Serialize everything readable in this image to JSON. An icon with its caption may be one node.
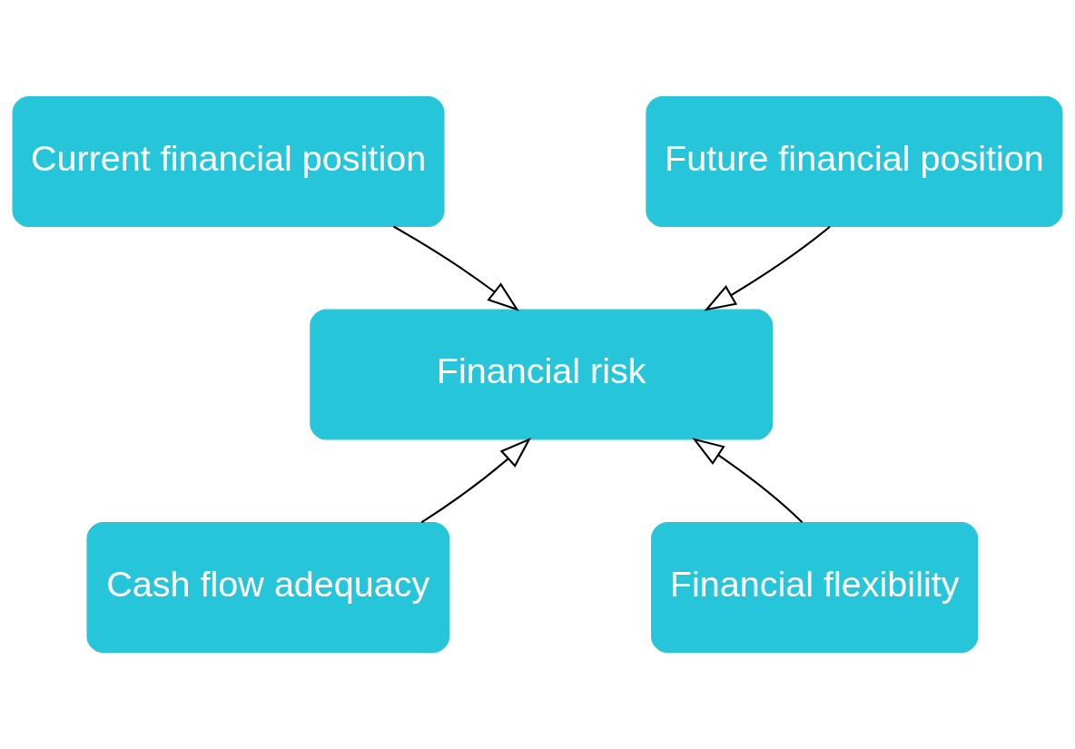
{
  "diagram": {
    "nodes": [
      {
        "text": [
          "Current financial position"
        ]
      },
      {
        "text": [
          "Future financial position"
        ]
      },
      {
        "text": [
          "Financial risk"
        ]
      },
      {
        "text": [
          "Cash flow adequacy"
        ]
      },
      {
        "text": [
          "Financial flexibility"
        ]
      }
    ],
    "edges": [
      {
        "from": 0,
        "to": 2,
        "arrow": "to"
      },
      {
        "from": 1,
        "to": 2,
        "arrow": "to"
      },
      {
        "from": 3,
        "to": 2,
        "arrow": "to"
      },
      {
        "from": 4,
        "to": 2,
        "arrow": "to"
      }
    ]
  }
}
